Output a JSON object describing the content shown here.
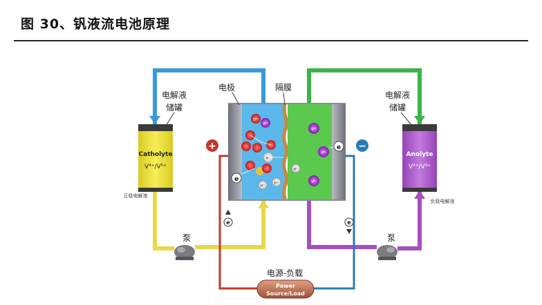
{
  "title": "图 30、钒液流电池原理",
  "labels": {
    "electrode": "电极",
    "membrane": "隔膜",
    "tank_left_line1": "电解液",
    "tank_left_line2": "储罐",
    "tank_right_line1": "电解液",
    "tank_right_line2": "储罐",
    "catholyte_name": "Catholyte",
    "catholyte_formula": "V⁴⁺/V⁵⁺",
    "anolyte_name": "Anolyte",
    "anolyte_formula": "V²⁺/V³⁺",
    "positive_electrolyte": "正极电解液",
    "negative_electrolyte": "负极电解液",
    "pump_left": "泵",
    "pump_right": "泵",
    "power_load": "电源-负载",
    "power_line1": "Power",
    "power_line2": "Source/Load",
    "plus_sign": "+",
    "minus_sign": "−",
    "electron": "e",
    "ion_h": "H⁺",
    "ion_v5": "V⁵⁺",
    "ion_v4": "V⁴⁺",
    "ion_v2": "V²⁺",
    "ion_v3": "V³⁺",
    "ion_o": "O²⁻"
  },
  "colors": {
    "blue_pipe": "#3a9ad9",
    "green_pipe": "#3bb54a",
    "yellow_pipe": "#e8d84a",
    "purple_pipe": "#a64fc0",
    "red_wire": "#c0392b",
    "catholyte_tank": "#f2e533",
    "anolyte_tank": "#b45fd0",
    "left_chamber": "#5bb8ea",
    "right_chamber": "#5ac94e",
    "membrane": "#c78a3e"
  }
}
